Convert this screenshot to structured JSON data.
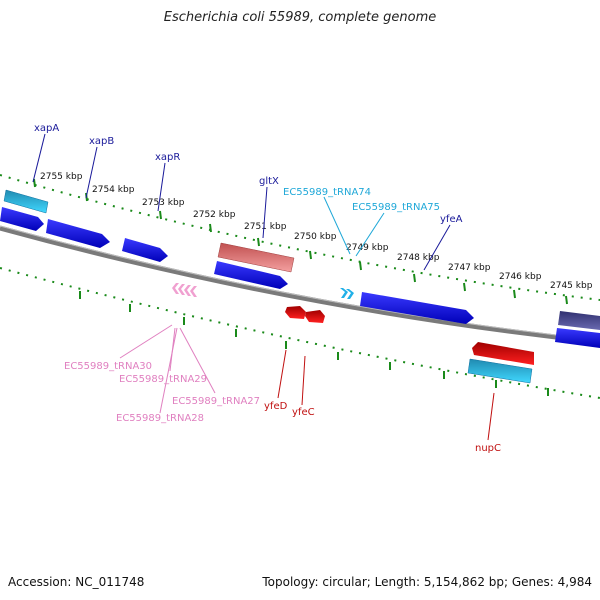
{
  "title": "Escherichia coli 55989, complete genome",
  "footer": {
    "accession": "Accession: NC_011748",
    "summary": "Topology: circular; Length: 5,154,862 bp; Genes: 4,984"
  },
  "colors": {
    "gene": "#1010e0",
    "rrna": "#e07070",
    "trna_top": "#20b0e0",
    "trna_bottom": "#f0a0d0",
    "gene_rev": "#e01010",
    "trna_rev_light": "#20c0f0",
    "backbone": "#888888",
    "tick": "#1a8a1a",
    "label_gene": "#1a1a9a",
    "label_trna_top": "#20a8d8",
    "label_trna_bottom": "#e080c0",
    "label_gene_rev": "#c01010"
  },
  "scale_labels": [
    "2755 kbp",
    "2754 kbp",
    "2753 kbp",
    "2752 kbp",
    "2751 kbp",
    "2750 kbp",
    "2749 kbp",
    "2748 kbp",
    "2747 kbp",
    "2746 kbp",
    "2745 kbp"
  ],
  "feature_labels": {
    "xapA": "xapA",
    "xapB": "xapB",
    "xapR": "xapR",
    "gltX": "gltX",
    "tRNA74": "EC55989_tRNA74",
    "tRNA75": "EC55989_tRNA75",
    "yfeA": "yfeA",
    "tRNA30": "EC55989_tRNA30",
    "tRNA29": "EC55989_tRNA29",
    "tRNA27": "EC55989_tRNA27",
    "tRNA28": "EC55989_tRNA28",
    "yfeD": "yfeD",
    "yfeC": "yfeC",
    "nupC": "nupC"
  }
}
